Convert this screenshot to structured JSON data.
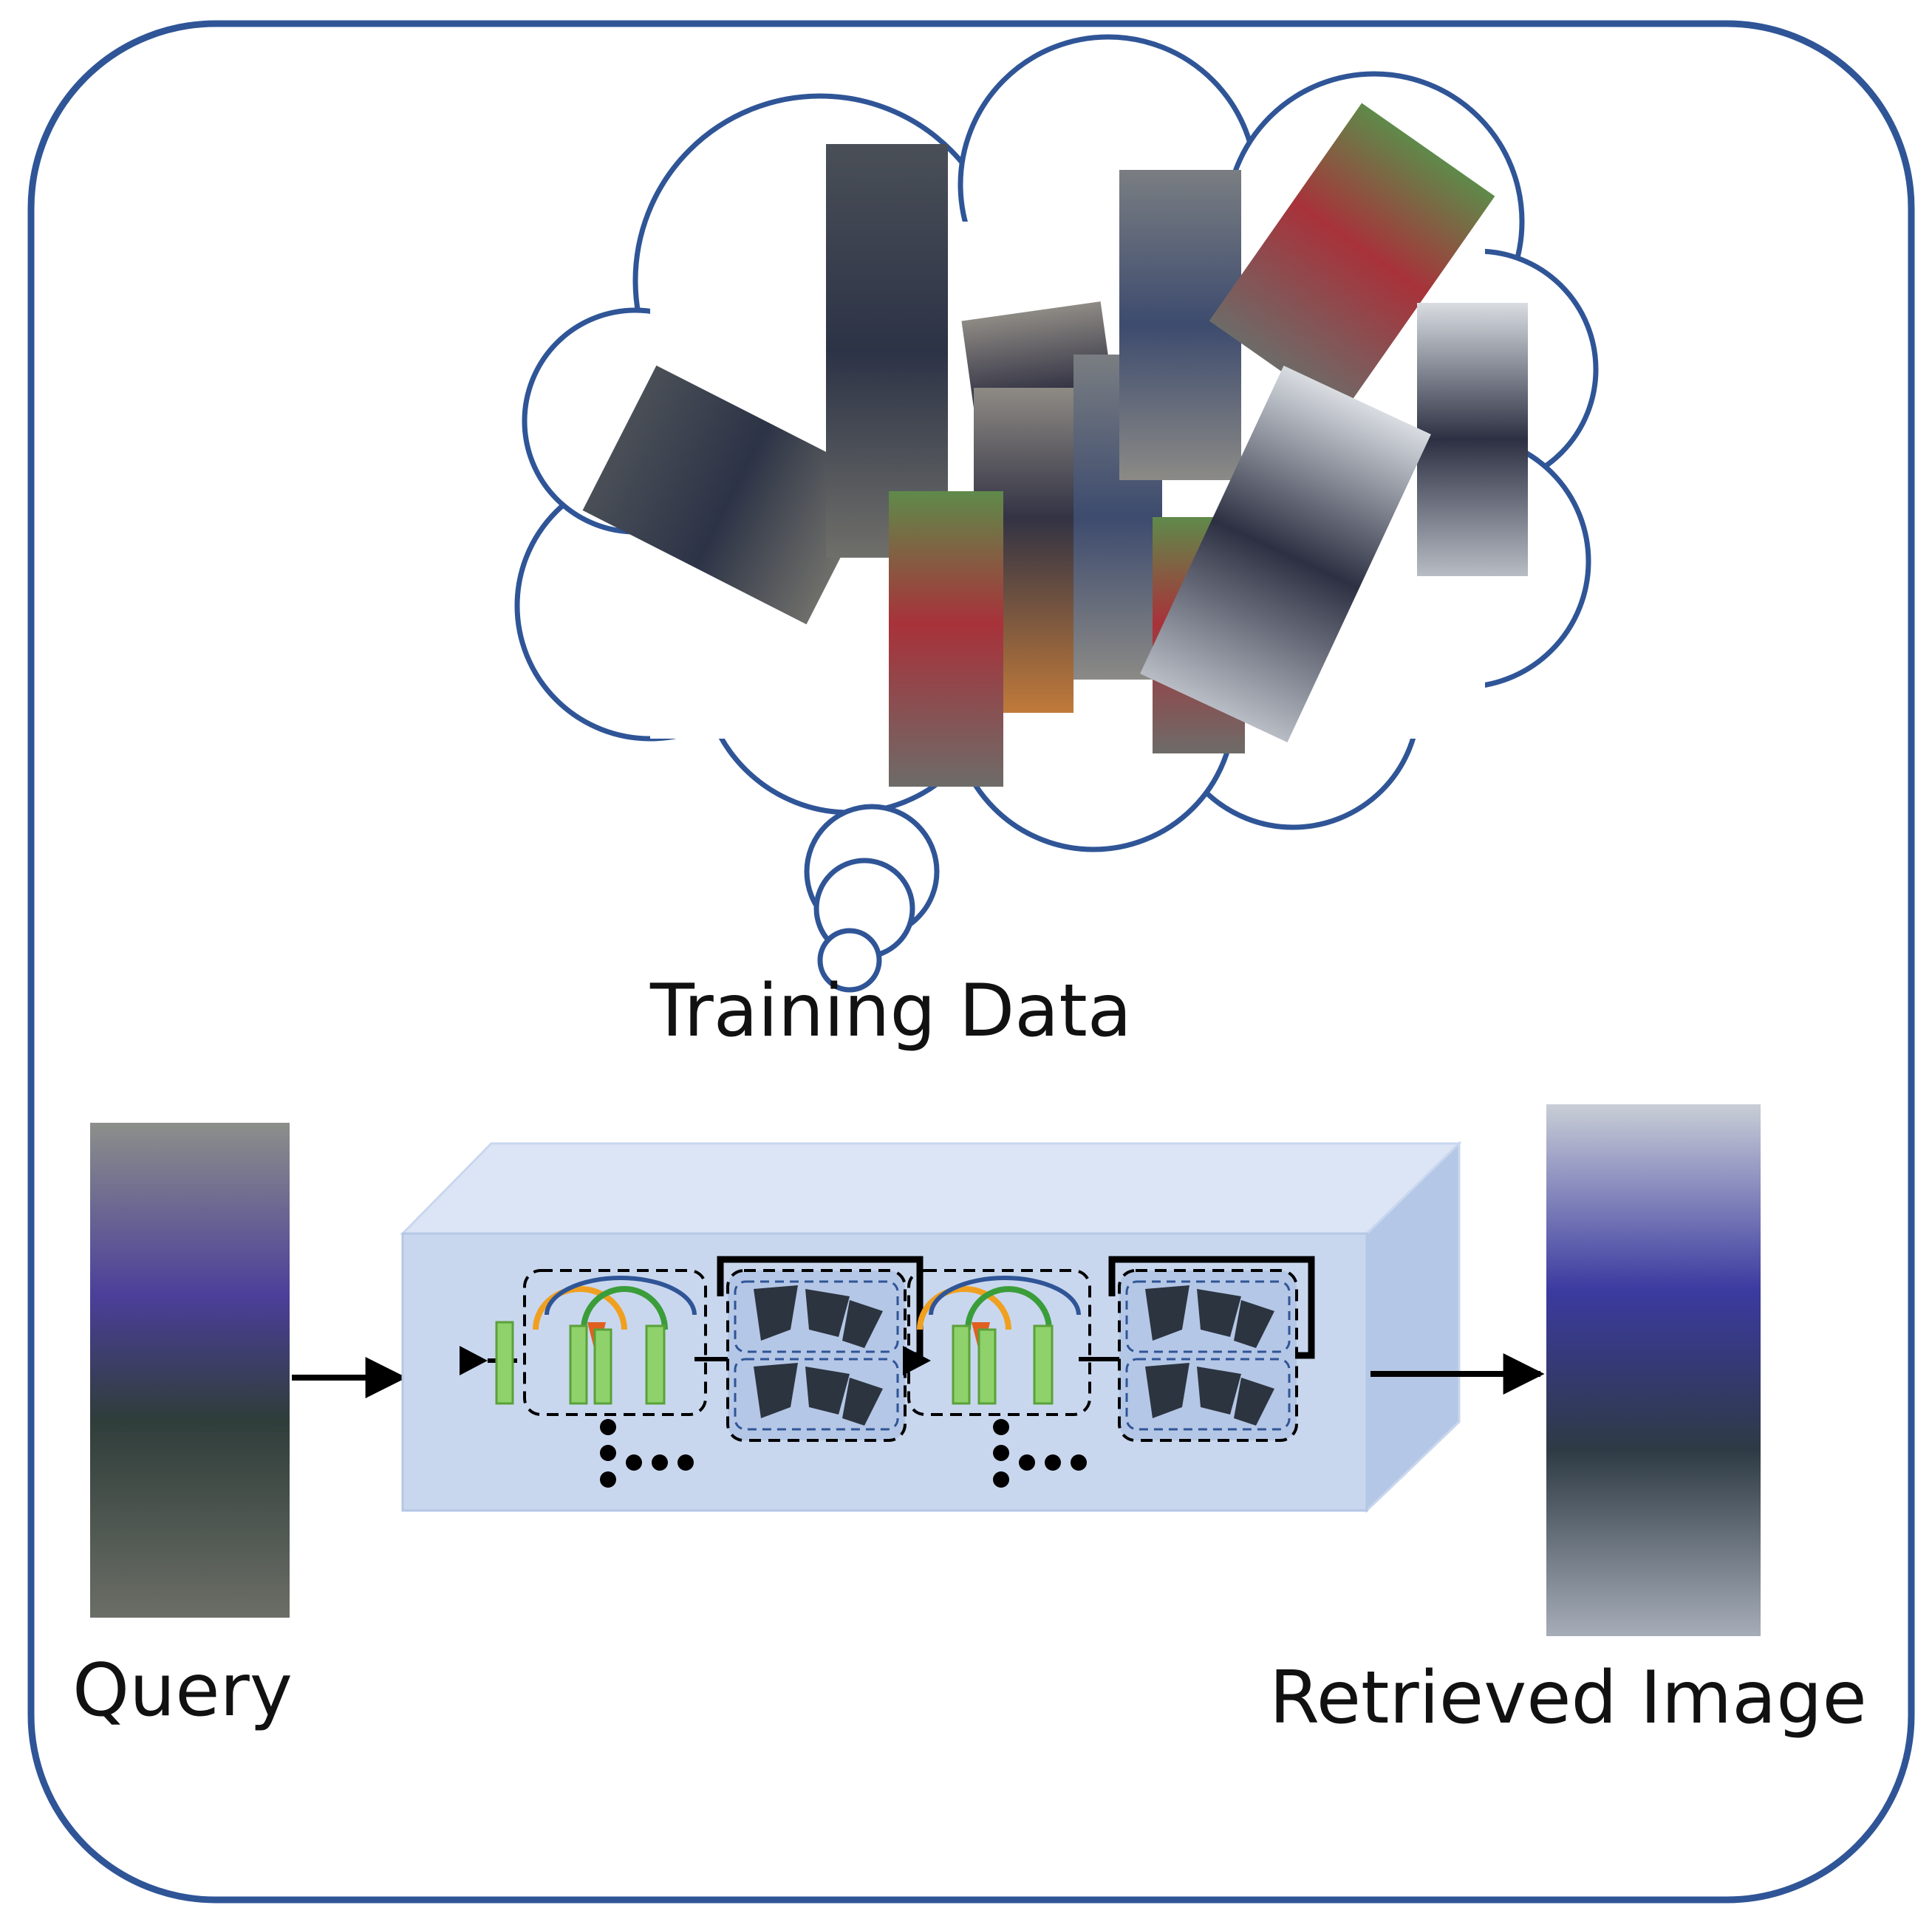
{
  "labels": {
    "training_data": "Training Data",
    "query": "Query",
    "retrieved_image": "Retrieved Image"
  },
  "colors": {
    "frame": "#2f5597",
    "cloud": "#2f5597",
    "box_front": "#c9d7ee",
    "box_top": "#dbe5f5",
    "box_side": "#b5c7e6",
    "arrow": "#000000",
    "layer_green": "#8fd16a",
    "arc_orange": "#f0a020",
    "arc_green": "#3a9d3a",
    "arc_blue": "#2f5597",
    "dark_block": "#2c3440"
  }
}
